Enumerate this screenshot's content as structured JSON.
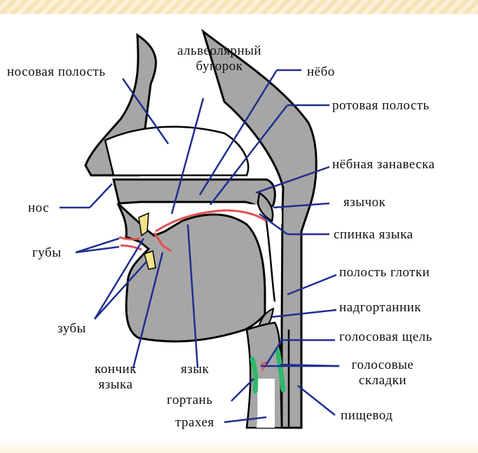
{
  "labels": {
    "nasal_cavity": "носовая полость",
    "alveolar_ridge_1": "альвеолярный",
    "alveolar_ridge_2": "бугорок",
    "palate": "нёбо",
    "oral_cavity": "ротовая полость",
    "velum": "нёбная занавеска",
    "nose": "нос",
    "uvula": "язычок",
    "lips": "губы",
    "tongue_back": "спинка языка",
    "pharynx": "полость глотки",
    "epiglottis": "надгортанник",
    "teeth": "зубы",
    "glottis": "голосовая щель",
    "tongue_tip_1": "кончик",
    "tongue_tip_2": "языка",
    "tongue": "язык",
    "vocal_folds_1": "голосовые",
    "vocal_folds_2": "складки",
    "larynx": "гортань",
    "esophagus": "пищевод",
    "trachea": "трахея"
  },
  "colors": {
    "tissue": "#a6a6a6",
    "outline": "#000000",
    "leader": "#1f2f8f",
    "teeth": "#f2e28a",
    "vocal_folds": "#2fb86b",
    "mucosa": "#e25050"
  }
}
